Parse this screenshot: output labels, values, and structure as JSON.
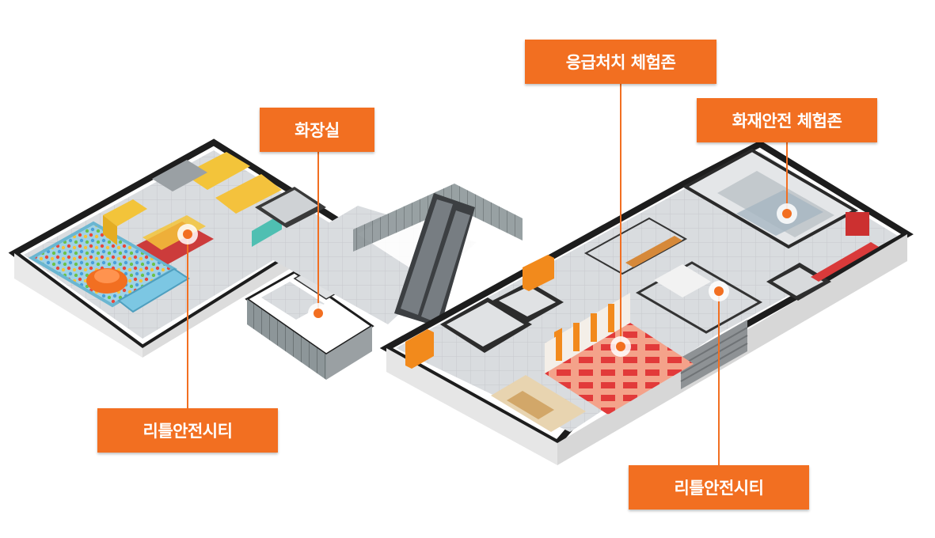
{
  "labels": {
    "toilet": "화장실",
    "first_aid": "응급처치 체험존",
    "fire_safety": "화재안전 체험존",
    "little_city_left": "리틀안전시티",
    "little_city_right": "리틀안전시티"
  },
  "colors": {
    "accent": "#f26f21",
    "wall": "#2b2b2b",
    "floor": "#d6d9dd",
    "outer_wall": "#ececec"
  }
}
